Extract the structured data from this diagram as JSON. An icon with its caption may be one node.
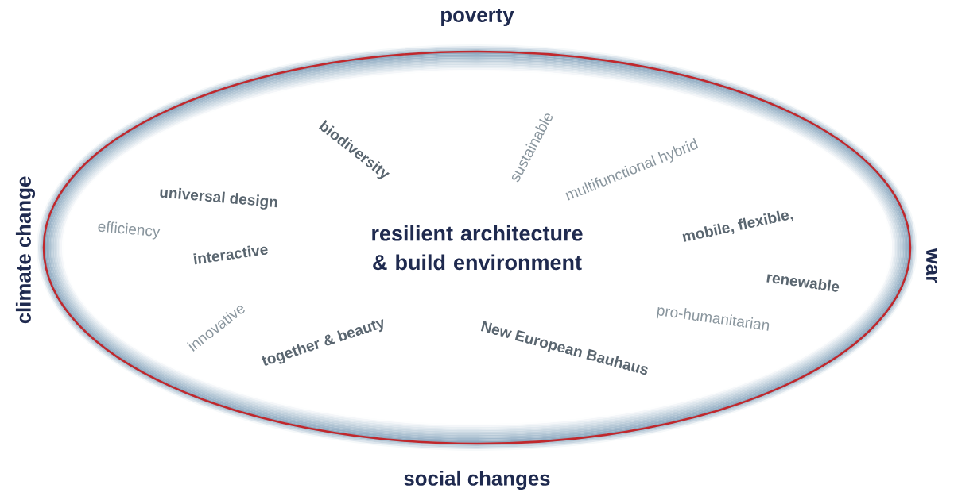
{
  "diagram": {
    "nodes": [
      {
        "text": [
          "resilient architecture & build environment"
        ]
      }
    ],
    "edges": [],
    "labels": [
      "poverty",
      "biodiversity",
      "sustainable",
      "multifunctional hybrid",
      "universal design",
      "climate change",
      "efficiency",
      "war",
      "mobile, flexible,",
      "interactive",
      "renewable",
      "pro-humanitarian",
      "innovative",
      "together & beauty",
      "New European Bauhaus",
      "social changes"
    ]
  }
}
